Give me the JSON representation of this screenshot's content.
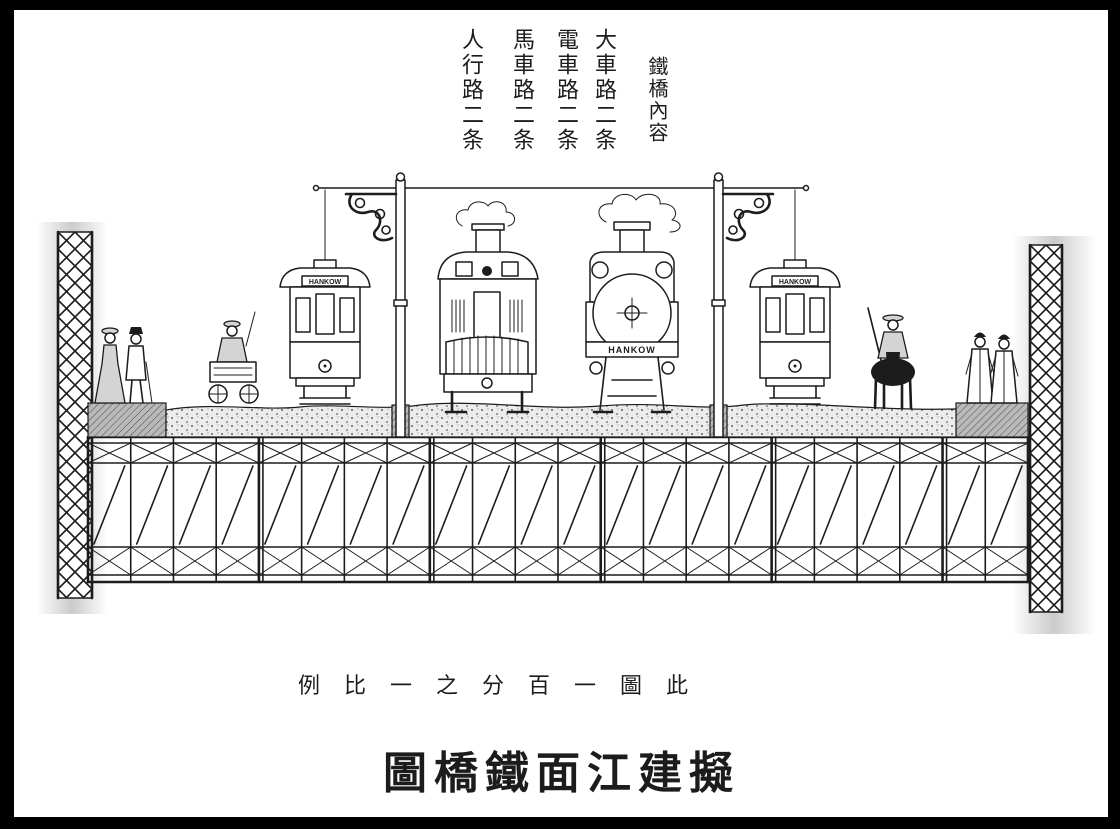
{
  "colors": {
    "frame": "#000000",
    "paper": "#ffffff",
    "ink": "#1c1c1c",
    "fill": "#d4d4d4",
    "shade": "#8c8c8c"
  },
  "header": {
    "heading": "鐵橋內容",
    "columns": [
      "大車路二条",
      "電車路二条",
      "馬車路二条",
      "人行路二条"
    ]
  },
  "vehicles": {
    "tram_left_sign": "HANKOW",
    "locomotive_plate": "HANKOW",
    "tram_right_sign": "HANKOW"
  },
  "scale_note": "例比一之分百一圖此",
  "title": "圖橋鐵面江建擬"
}
